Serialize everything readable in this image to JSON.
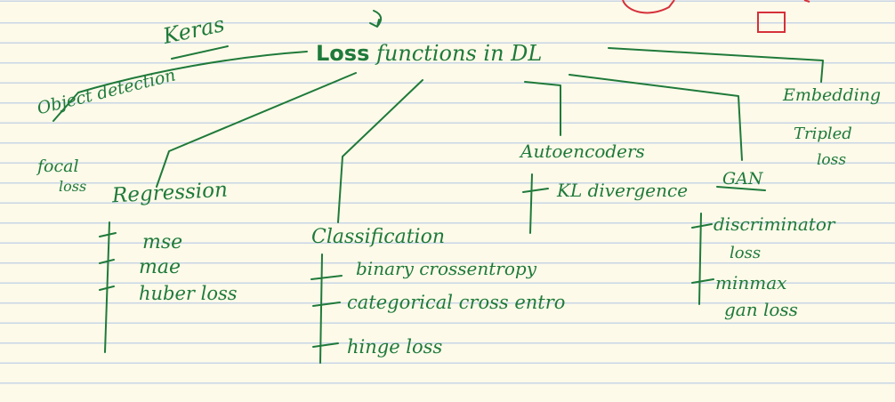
{
  "root": {
    "bold": "Loss",
    "rest": "functions in DL"
  },
  "keras": "Keras",
  "object_detection": {
    "line1": "Object detection",
    "line2": "focal",
    "line3": "loss"
  },
  "regression": {
    "title": "Regression",
    "items": [
      "mse",
      "mae",
      "huber loss"
    ]
  },
  "classification": {
    "title": "Classification",
    "items": [
      "binary crossentropy",
      "categorical cross entro",
      "hinge loss"
    ]
  },
  "autoencoders": {
    "title": "Autoencoders",
    "items": [
      "KL divergence"
    ]
  },
  "gan": {
    "title": "GAN",
    "items": [
      {
        "line1": "discriminator",
        "line2": "loss"
      },
      {
        "line1": "minmax",
        "line2": "gan loss"
      }
    ]
  },
  "embedding": {
    "line1": "Embedding",
    "line2": "Tripled",
    "line3": "loss"
  },
  "ink_color": "#1f7a3a",
  "mark_color": "#d6303a"
}
